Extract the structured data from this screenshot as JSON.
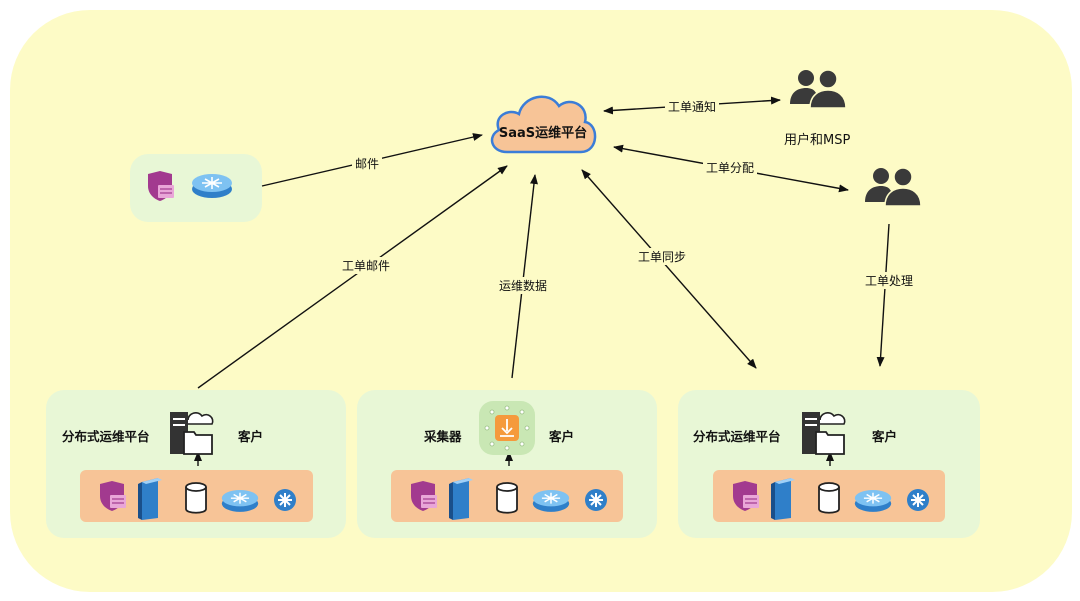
{
  "hub": {
    "label": "SaaS运维平台"
  },
  "users": {
    "label": "用户和MSP"
  },
  "edges": {
    "mail": "邮件",
    "ticket_mail": "工单邮件",
    "ops_data": "运维数据",
    "ticket_sync": "工单同步",
    "ticket_notify": "工单通知",
    "ticket_assign": "工单分配",
    "ticket_handle": "工单处理"
  },
  "panels": {
    "left": {
      "title": "分布式运维平台",
      "customer": "客户"
    },
    "middle": {
      "title": "采集器",
      "customer": "客户"
    },
    "right": {
      "title": "分布式运维平台",
      "customer": "客户"
    }
  },
  "colors": {
    "background": "#fdfbc6",
    "panel": "#e8f7d6",
    "device_strip": "#f7c497",
    "cloud_fill": "#f7c497",
    "cloud_stroke": "#3b7dd8"
  }
}
